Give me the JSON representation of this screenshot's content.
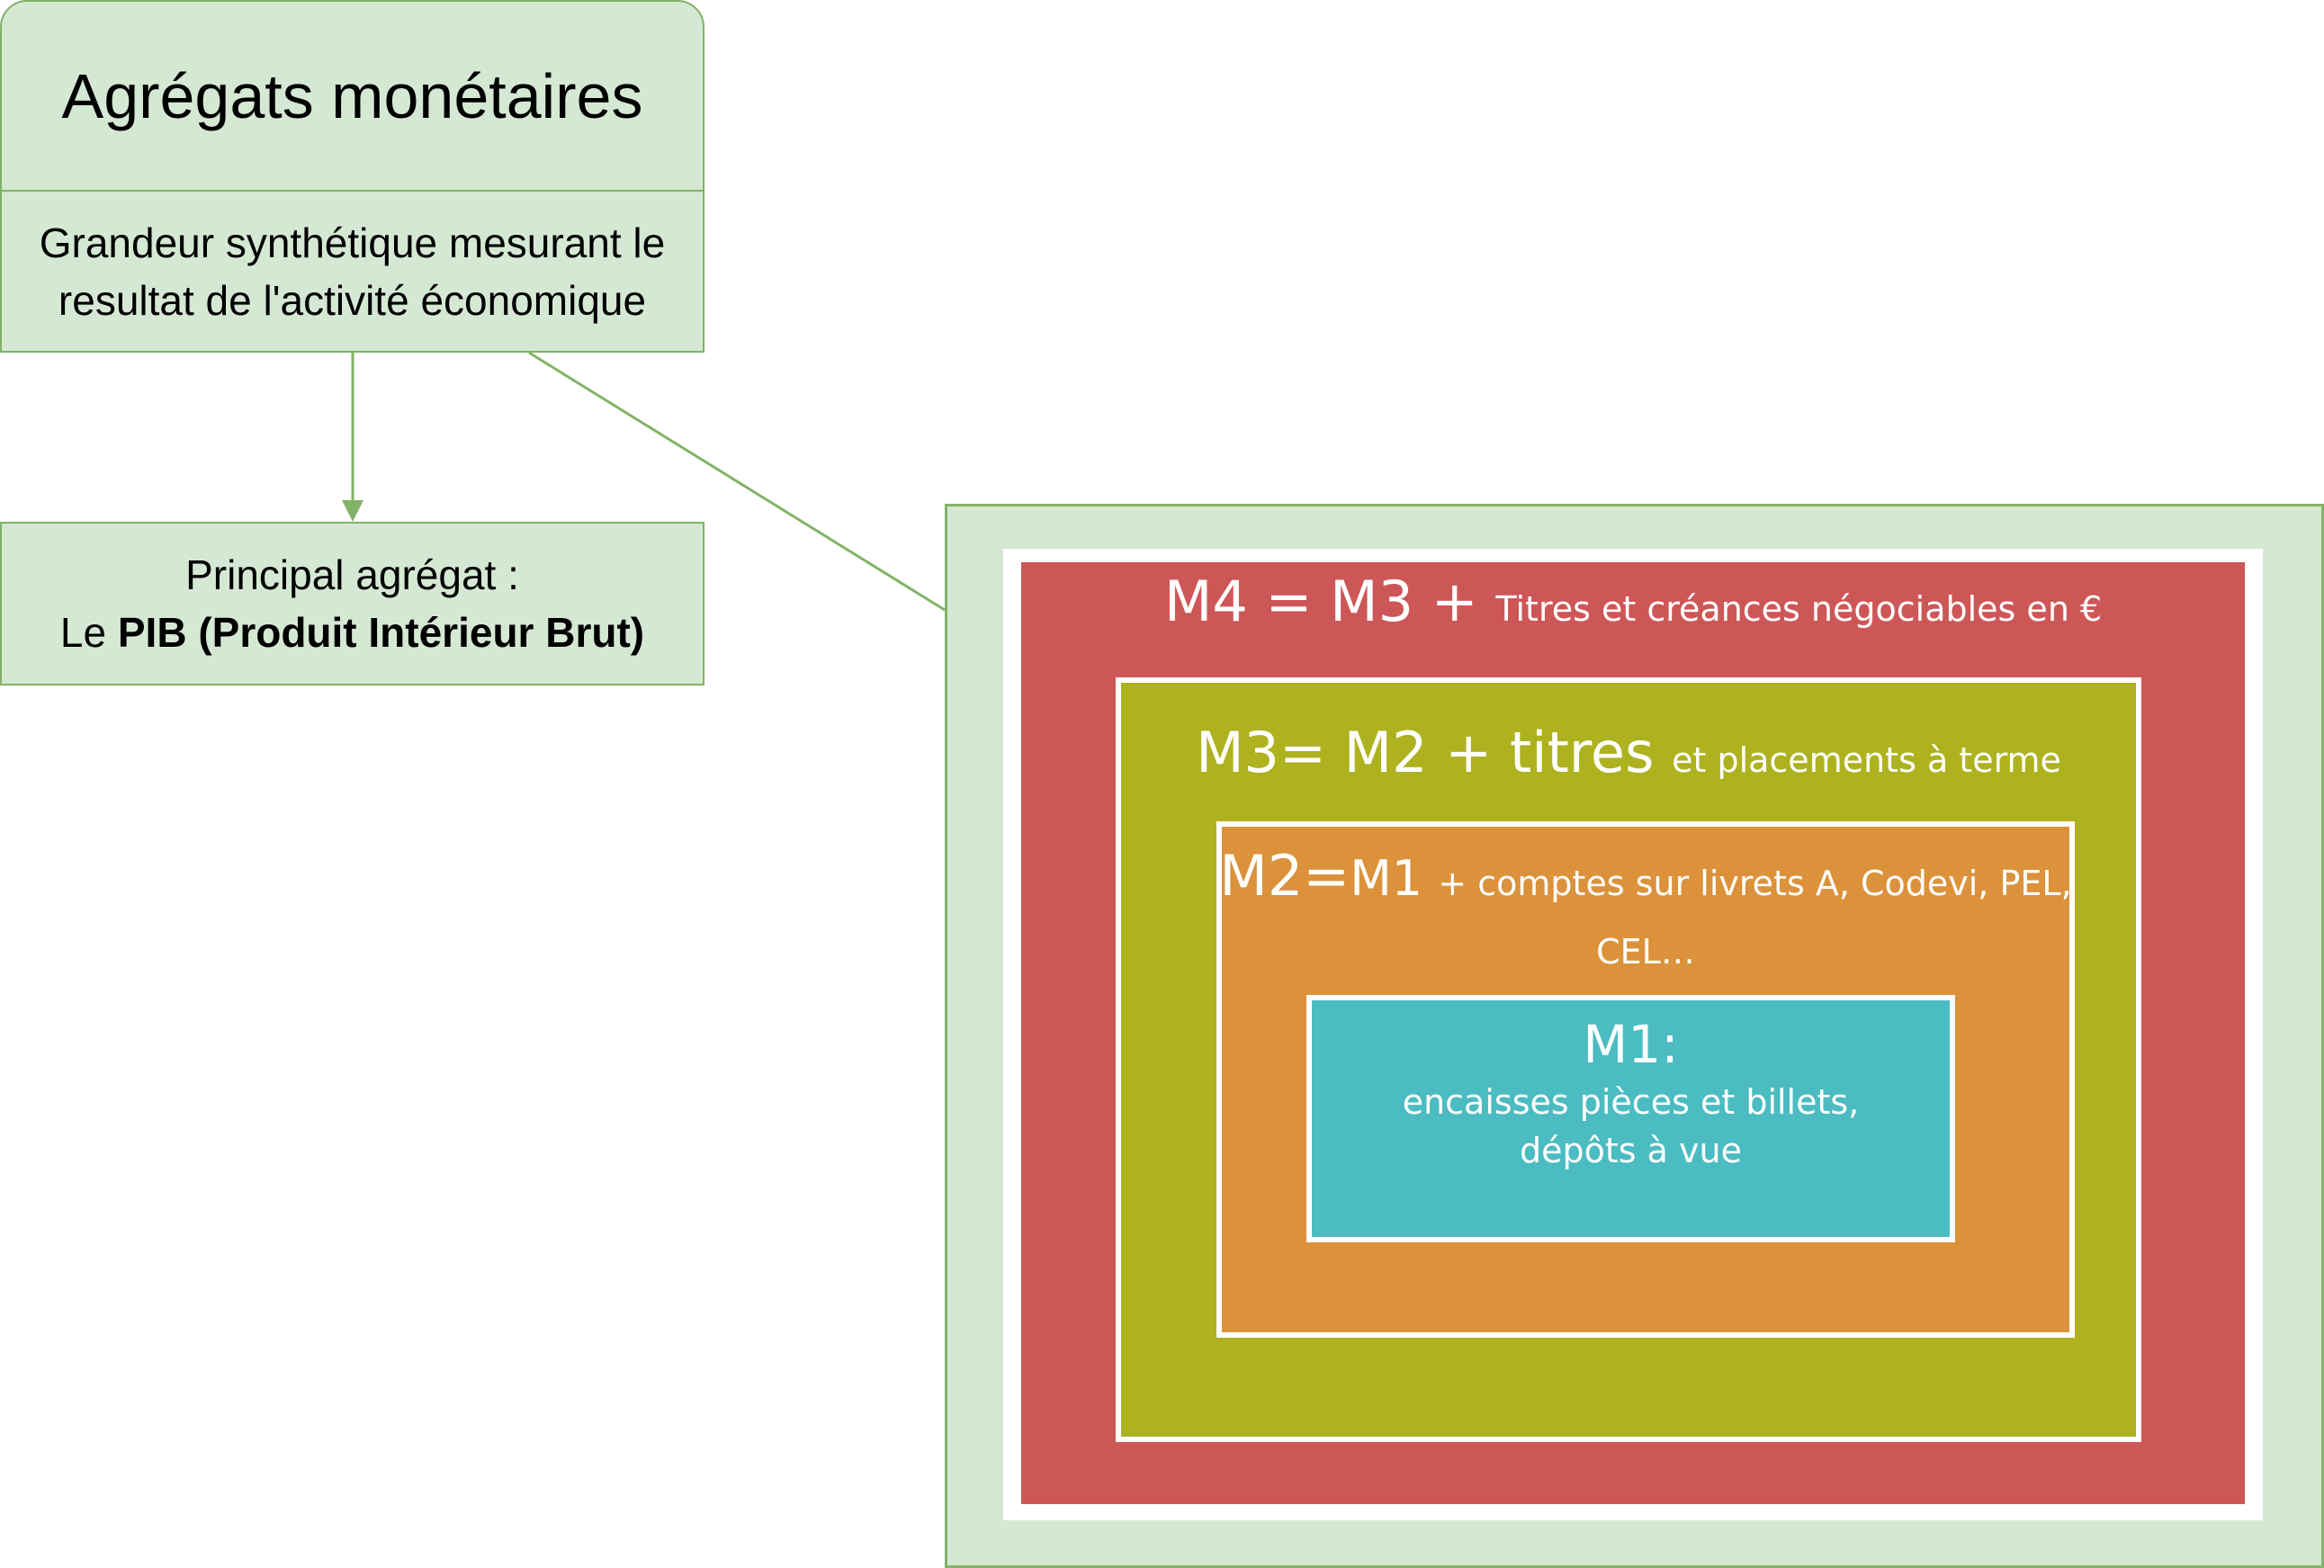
{
  "header": {
    "title": "Agrégats monétaires",
    "description": "Grandeur synthétique mesurant le resultat de l'activité économique"
  },
  "pib": {
    "line1": "Principal agrégat :",
    "prefix": "Le ",
    "bold": "PIB (Produit Intérieur Brut)"
  },
  "aggregates": {
    "m4": {
      "main": "M4 = M3 + ",
      "detail": "Titres et créances négociables en €"
    },
    "m3": {
      "main": "M3= M2 + titres ",
      "detail": " et placements à terme"
    },
    "m2": {
      "main": "M2=",
      "main2": "M1 ",
      "detail": "+ comptes sur livrets A, Codevi, PEL, CEL…"
    },
    "m1": {
      "main": "M1:",
      "detail": "encaisses pièces et billets, dépôts à vue"
    }
  },
  "colors": {
    "box_fill": "#d5e8d4",
    "box_stroke": "#82b366",
    "m4": "#cd5757",
    "m3": "#aeb21f",
    "m2": "#db923a",
    "m1": "#4bbcc1"
  }
}
